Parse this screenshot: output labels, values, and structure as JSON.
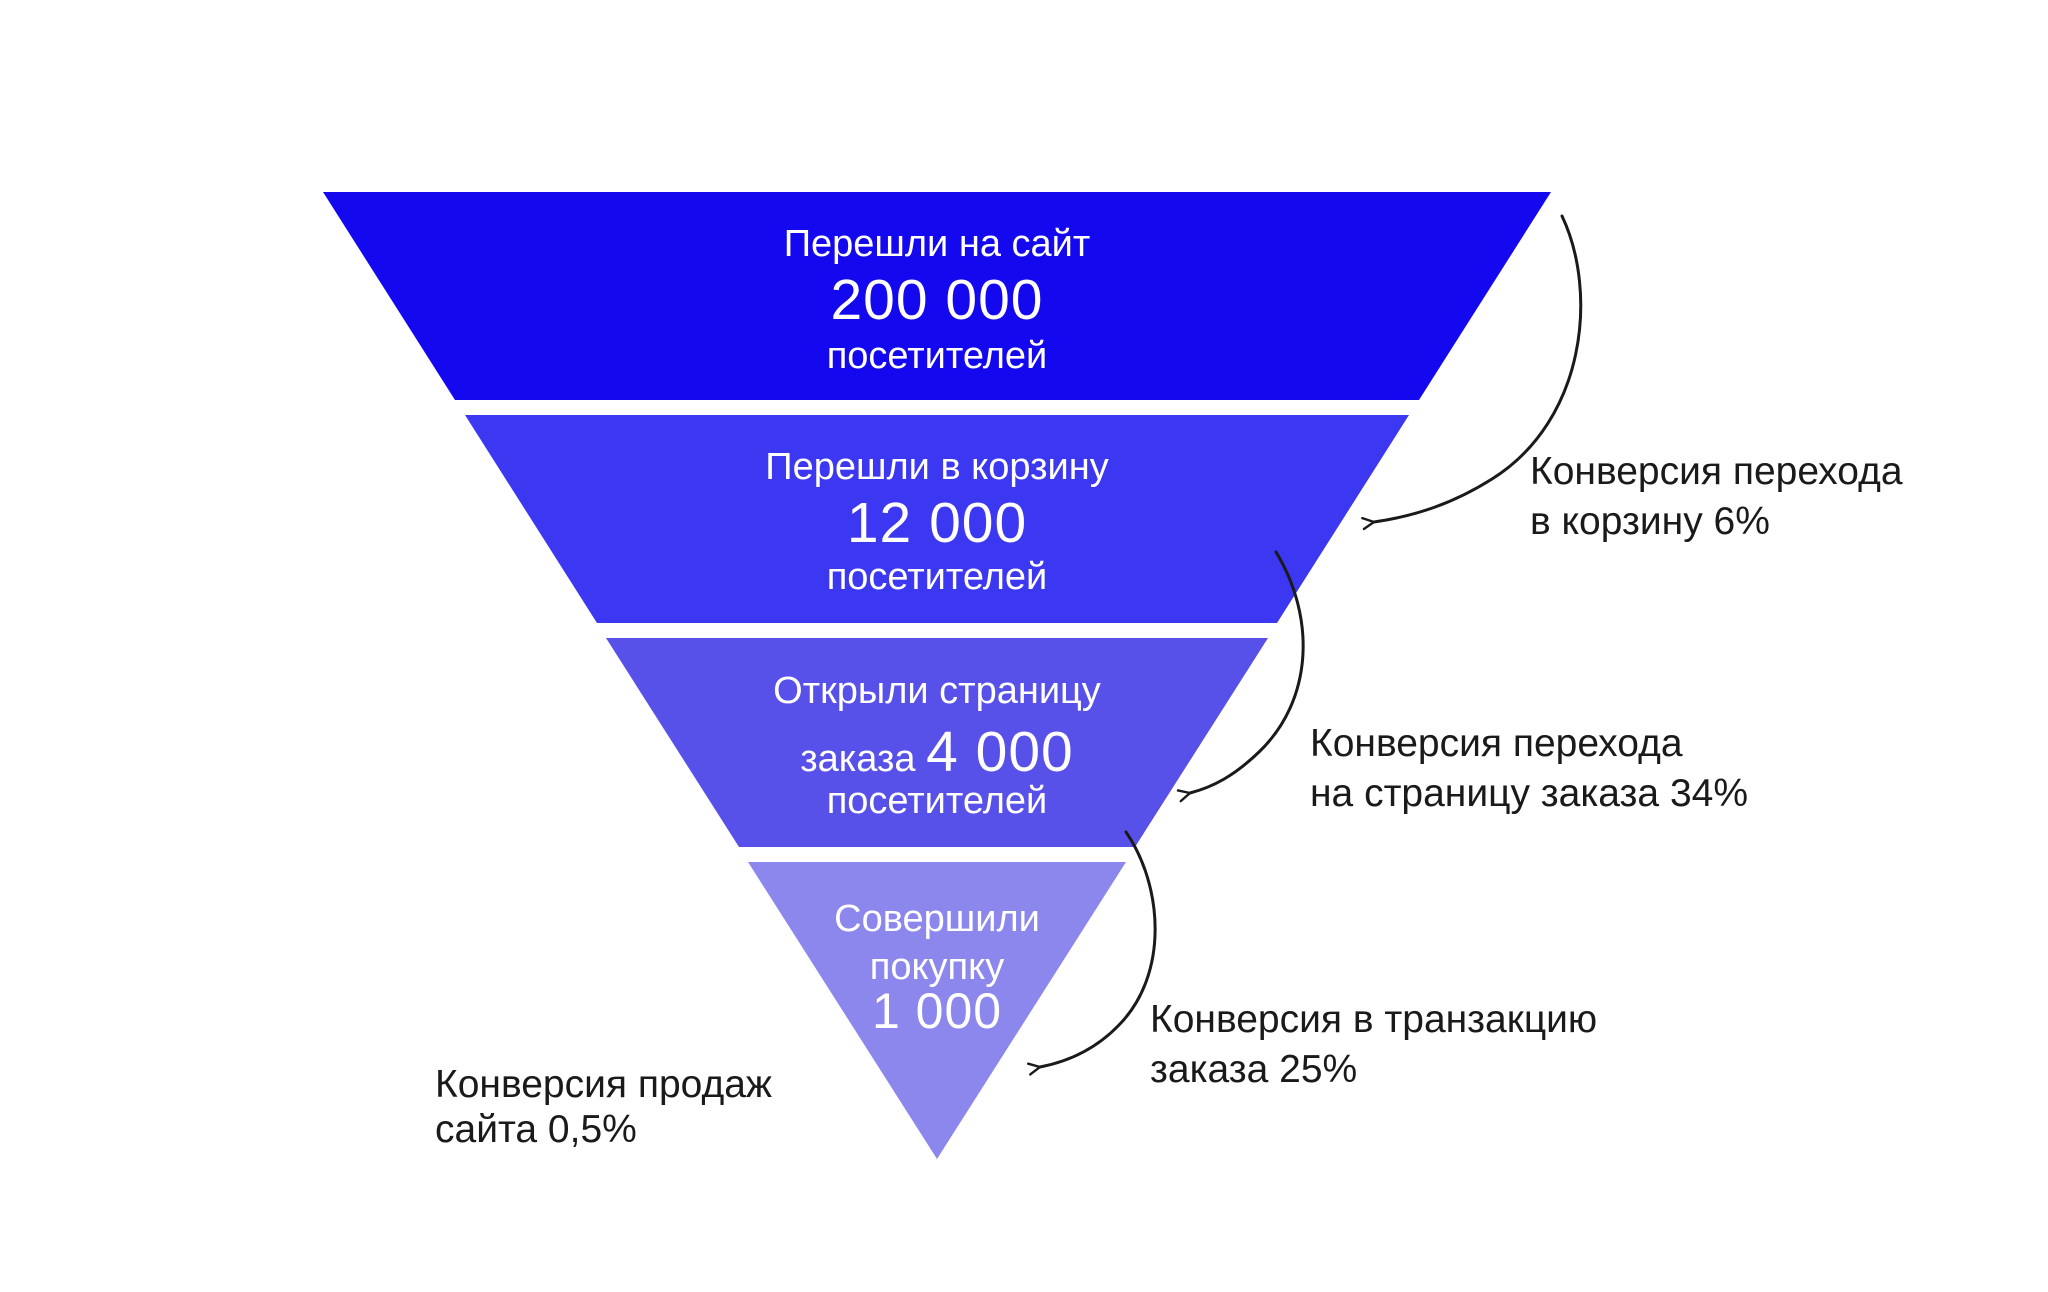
{
  "chart_data": {
    "type": "funnel",
    "title": "",
    "stages": [
      {
        "label": "Перешли на сайт",
        "value": 200000,
        "value_display": "200 000",
        "unit": "посетителей",
        "color": "#1408ee"
      },
      {
        "label": "Перешли в корзину",
        "value": 12000,
        "value_display": "12 000",
        "unit": "посетителей",
        "color": "#3c37f1"
      },
      {
        "label": "Открыли страницу заказа",
        "value": 4000,
        "value_display": "4 000",
        "unit": "посетителей",
        "color": "#5751e9"
      },
      {
        "label": "Совершили покупку",
        "value": 1000,
        "value_display": "1 000",
        "unit": "",
        "color": "#8c87ec"
      }
    ],
    "conversions": [
      {
        "label": "Конверсия перехода в корзину",
        "percent": "6%"
      },
      {
        "label": "Конверсия перехода на страницу заказа",
        "percent": "34%"
      },
      {
        "label": "Конверсия в транзакцию заказа",
        "percent": "25%"
      },
      {
        "label": "Конверсия продаж сайта",
        "percent": "0,5%"
      }
    ],
    "legend_position": "none",
    "grid": false
  },
  "funnel": {
    "stage1": {
      "line1": "Перешли на сайт",
      "line2": "200 000",
      "line3": "посетителей",
      "color": "#1408ee"
    },
    "stage2": {
      "line1": "Перешли в корзину",
      "line2": "12 000",
      "line3": "посетителей",
      "color": "#3c37f1"
    },
    "stage3": {
      "line1": "Открыли страницу",
      "line2a": "заказа ",
      "line2b": "4 000",
      "line3": "посетителей",
      "color": "#5751e9"
    },
    "stage4": {
      "line1": "Совершили",
      "line2": "покупку",
      "line3": "1 000",
      "color": "#8c87ec"
    }
  },
  "notes": {
    "cart": {
      "line1": "Конверсия перехода",
      "line2": "в корзину 6%"
    },
    "order_page": {
      "line1": "Конверсия перехода",
      "line2": "на страницу заказа 34%"
    },
    "transaction": {
      "line1": "Конверсия в транзакцию",
      "line2": "заказа 25%"
    },
    "site_sales": {
      "line1": "Конверсия продаж",
      "line2": "сайта 0,5%"
    }
  },
  "colors": {
    "background": "#ffffff",
    "ink": "#1a1a1a",
    "stage1": "#1408ee",
    "stage2": "#3c37f1",
    "stage3": "#5751e9",
    "stage4": "#8c87ec"
  }
}
